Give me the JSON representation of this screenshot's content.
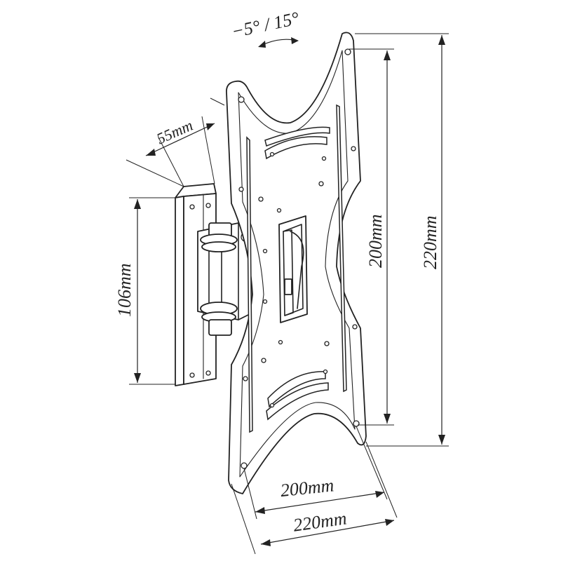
{
  "labels": {
    "tilt": "−5°  /  15°",
    "depth": "55mm",
    "wall_height": "106mm",
    "hole_spacing_vertical": "200mm",
    "plate_height": "220mm",
    "hole_spacing_horizontal": "200mm",
    "plate_width": "220mm"
  },
  "colors": {
    "line": "#222222",
    "background": "#ffffff"
  }
}
